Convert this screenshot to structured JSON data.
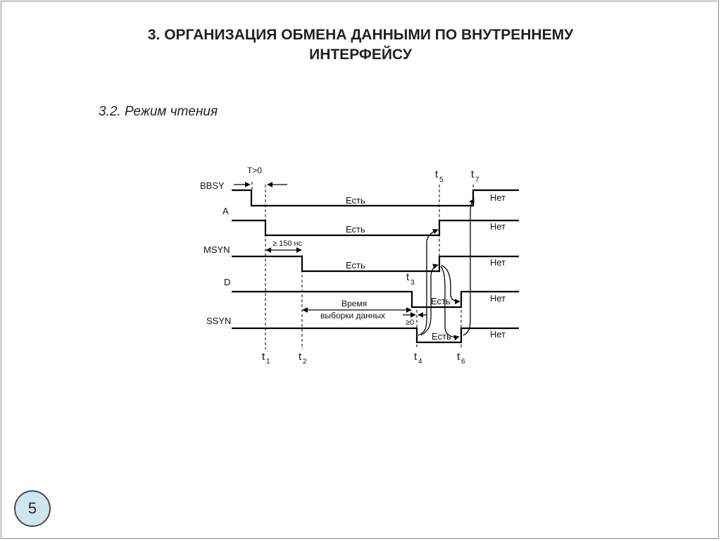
{
  "title": {
    "line1": "3. ОРГАНИЗАЦИЯ ОБМЕНА ДАННЫМИ ПО ВНУТРЕННЕМУ",
    "line2": "ИНТЕРФЕЙСУ"
  },
  "subtitle": "3.2. Режим чтения",
  "diagram": {
    "signals": {
      "bbsy": "BBSY",
      "a": "A",
      "msyn": "MSYN",
      "d": "D",
      "ssyn": "SSYN"
    },
    "state_labels": {
      "bbsy_active": "Есть",
      "a_active": "Есть",
      "msyn_active": "Есть",
      "d_active": "Есть",
      "ssyn_active": "Есть",
      "bbsy_inactive": "Нет",
      "a_inactive": "Нет",
      "msyn_inactive": "Нет",
      "d_inactive": "Нет",
      "ssyn_inactive": "Нет"
    },
    "annotations": {
      "t_gt_0": "T>0",
      "min_150ns": "≥ 150 нс",
      "sample_time_1": "Время",
      "sample_time_2": "выборки данных",
      "ge_0": "≥0"
    },
    "time_marks": {
      "t1": "t",
      "t1_sub": "1",
      "t2": "t",
      "t2_sub": "2",
      "t3": "t",
      "t3_sub": "3",
      "t4": "t",
      "t4_sub": "4",
      "t5": "t",
      "t5_sub": "5",
      "t6": "t",
      "t6_sub": "6",
      "t7": "t",
      "t7_sub": "7"
    }
  },
  "page_number": "5"
}
